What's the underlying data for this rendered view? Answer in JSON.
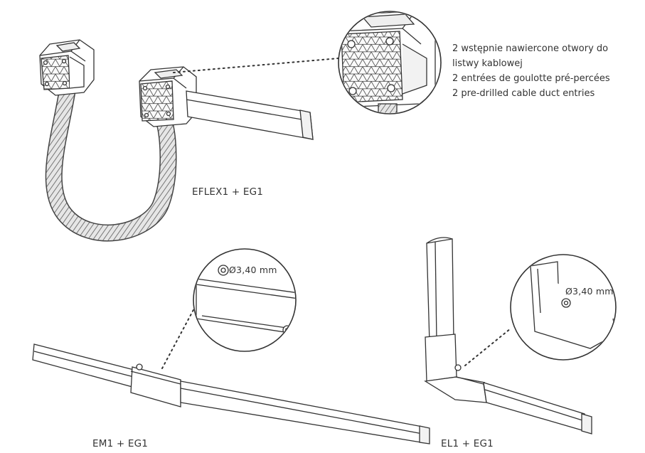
{
  "descriptions": [
    "2 wstępnie nawiercone otwory do",
    "listwy kablowej",
    "2 entrées de goulotte pré-percées",
    "2 pre-drilled cable duct entries"
  ],
  "labels": {
    "top": "EFLEX1 + EG1",
    "bottom_left": "EM1 + EG1",
    "bottom_right": "EL1 + EG1"
  },
  "dimensions": {
    "em1": "Ø3,40 mm",
    "el1": "Ø3,40 mm"
  },
  "colors": {
    "line": "#333333",
    "fill": "#ffffff",
    "shade": "#f2f2f2"
  }
}
